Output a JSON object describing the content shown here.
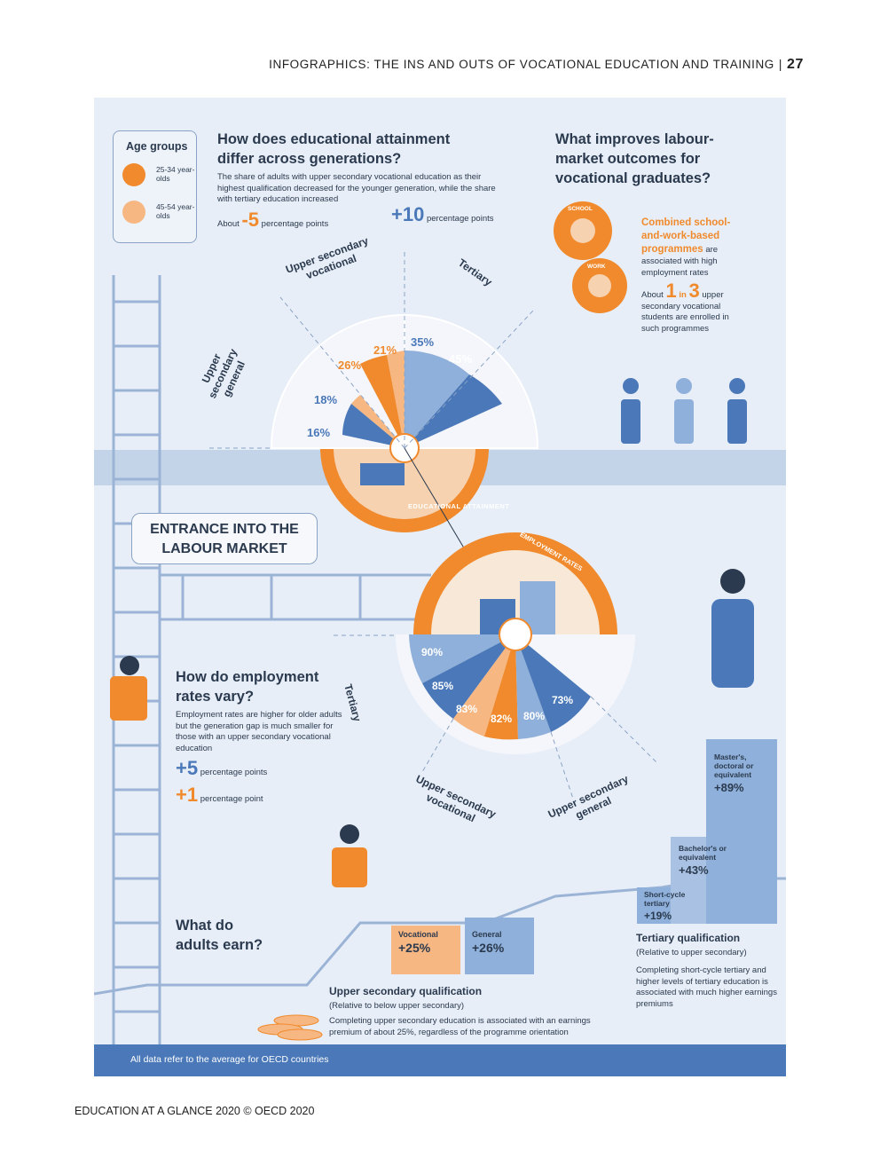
{
  "running_head": {
    "title": "INFOGRAPHICS: THE INS AND OUTS OF VOCATIONAL EDUCATION AND TRAINING",
    "separator": "|",
    "page_number": "27"
  },
  "legend": {
    "title": "Age groups",
    "items": [
      {
        "label": "25-34 year-olds"
      },
      {
        "label": "45-54 year-olds"
      }
    ]
  },
  "attainment": {
    "heading": "How does educational attainment differ across generations?",
    "description": "The share of adults with upper secondary vocational education as their highest qualification decreased for the younger generation, while the share with tertiary education increased",
    "change_vocational": {
      "prefix": "About",
      "value": "-5",
      "unit": "percentage points"
    },
    "change_tertiary": {
      "value": "+10",
      "unit": "percentage points"
    },
    "labels": {
      "vocational": "Upper secondary vocational",
      "tertiary": "Tertiary",
      "general": "Upper secondary general"
    },
    "gear_label": "EDUCATIONAL ATTAINMENT",
    "values": {
      "vocational_25_34": "21%",
      "vocational_45_54": "26%",
      "tertiary_45_54": "35%",
      "tertiary_25_34": "45%",
      "general_25_34": "18%",
      "general_45_54": "16%"
    }
  },
  "outcomes": {
    "heading": "What improves labour-market outcomes for vocational graduates?",
    "gear_school": "SCHOOL",
    "gear_work": "WORK",
    "highlight": "Combined school-and-work-based programmes",
    "highlight_rest": "are associated with high employment rates",
    "ratio": {
      "prefix": "About",
      "num": "1",
      "mid": "in",
      "den": "3",
      "rest": "upper secondary vocational students are enrolled in such programmes"
    }
  },
  "entrance": {
    "label": "ENTRANCE INTO THE LABOUR MARKET"
  },
  "employment": {
    "gear_label": "EMPLOYMENT RATES",
    "heading": "How do employment rates vary?",
    "description": "Employment rates are higher for older adults but the generation gap is much smaller for those with an upper secondary vocational education",
    "gap_tertiary": {
      "value": "+5",
      "unit": "percentage points"
    },
    "gap_vocational": {
      "value": "+1",
      "unit": "percentage point"
    },
    "labels": {
      "tertiary": "Tertiary",
      "vocational": "Upper secondary vocational",
      "general": "Upper secondary general"
    },
    "values": {
      "tertiary_45_54": "90%",
      "tertiary_25_34": "85%",
      "vocational_45_54": "83%",
      "vocational_25_34": "82%",
      "general_45_54": "80%",
      "general_25_34": "73%"
    }
  },
  "earnings": {
    "heading": "What do adults earn?",
    "upper_secondary": {
      "vocational_label": "Vocational",
      "vocational_value": "+25%",
      "general_label": "General",
      "general_value": "+26%",
      "title": "Upper secondary qualification",
      "subtitle": "(Relative to below upper secondary)",
      "note": "Completing upper secondary education is associated with an earnings premium of about 25%, regardless of the programme orientation"
    },
    "tertiary": {
      "short_label": "Short-cycle tertiary",
      "short_value": "+19%",
      "bachelor_label": "Bachelor's or equivalent",
      "bachelor_value": "+43%",
      "master_label": "Master's, doctoral or equivalent",
      "master_value": "+89%",
      "title": "Tertiary qualification",
      "subtitle": "(Relative to upper secondary)",
      "note": "Completing short-cycle tertiary and higher levels of tertiary education is associated with much higher earnings premiums"
    }
  },
  "footer_note": "All data refer to the average for OECD countries",
  "page_footer": "EDUCATION AT A GLANCE 2020 © OECD 2020",
  "colors": {
    "orange": "#f08a2c",
    "light_orange": "#f7b782",
    "blue": "#4a78b8",
    "light_blue": "#8fb0da",
    "panel": "#e7eef8",
    "text": "#2b3a4e"
  }
}
